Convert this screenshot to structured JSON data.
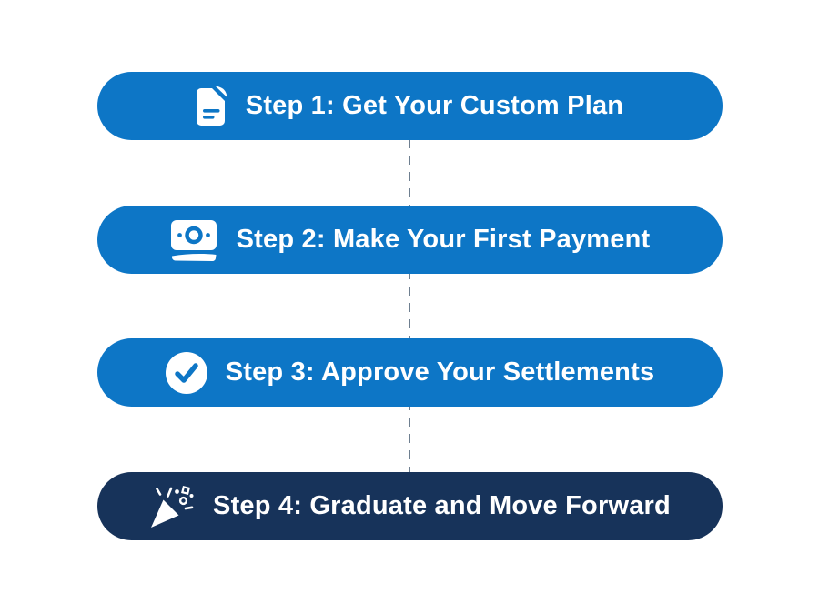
{
  "colors": {
    "background": "#FFFFFF",
    "step_blue": "#0D76C6",
    "step_navy": "#17335A",
    "connector_gray": "#6E7F90",
    "label_text": "#FFFFFF"
  },
  "connector": {
    "style": "dashed-vertical",
    "color": "#6E7F90"
  },
  "steps": [
    {
      "label": "Step 1: Get Your Custom Plan",
      "icon": "document-icon",
      "background": "#0D76C6",
      "text_color": "#FFFFFF"
    },
    {
      "label": "Step 2: Make Your First Payment",
      "icon": "banknote-icon",
      "background": "#0D76C6",
      "text_color": "#FFFFFF"
    },
    {
      "label": "Step 3: Approve Your Settlements",
      "icon": "check-circle-icon",
      "background": "#0D76C6",
      "text_color": "#FFFFFF"
    },
    {
      "label": "Step 4: Graduate and Move Forward",
      "icon": "party-popper-icon",
      "background": "#17335A",
      "text_color": "#FFFFFF"
    }
  ]
}
